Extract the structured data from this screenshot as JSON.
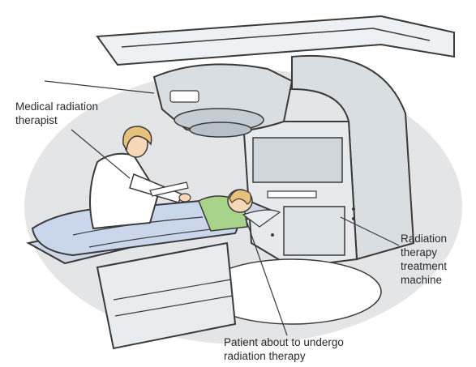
{
  "labels": {
    "therapist": [
      "Medical radiation",
      "therapist"
    ],
    "machine": [
      "Radiation",
      "therapy",
      "treatment",
      "machine"
    ],
    "patient": [
      "Patient about to undergo",
      "radiation therapy"
    ]
  },
  "colors": {
    "outline": "#3a3a3a",
    "machine_fill": "#d9dee2",
    "machine_shade": "#b7c0c6",
    "background_oval": "#e4e5e7",
    "table_fill": "#cdd7e6",
    "blanket_fill": "#c9d6ec",
    "hair": "#e8c27a",
    "skin": "#f6d7b8",
    "gown": "#a8d38a",
    "coat": "#ffffff"
  }
}
